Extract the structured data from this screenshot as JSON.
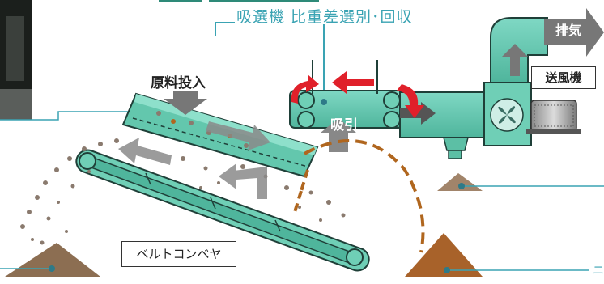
{
  "title": "吸選機  比重差選別･回収",
  "labels": {
    "feed_input": "原料投入",
    "blower": "送風機",
    "belt_conveyor": "ベルトコンベヤ",
    "suction": "吸引",
    "exhaust": "排気",
    "edge_text": "ニ"
  },
  "colors": {
    "machine": "#5cc9b0",
    "machine_dark": "#2e8a78",
    "accent": "#3aa3b3",
    "flow_red": "#e0202a",
    "debris_brown": "#b0661e",
    "gray_arrow": "#888888"
  }
}
